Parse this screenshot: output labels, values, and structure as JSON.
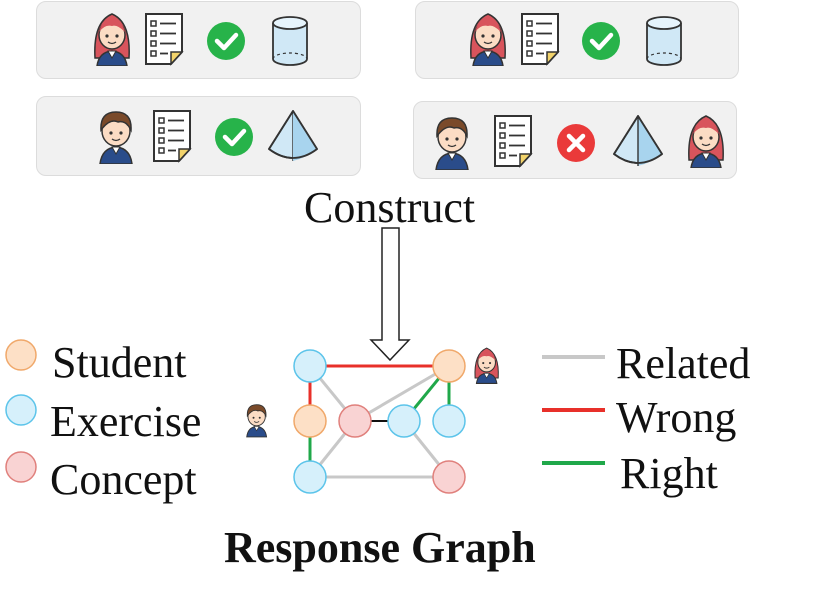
{
  "colors": {
    "student_fill": "#fde0c6",
    "student_stroke": "#f0a86a",
    "exercise_fill": "#d6f0fb",
    "exercise_stroke": "#5cc4ea",
    "concept_fill": "#f9d3d3",
    "concept_stroke": "#e0807c",
    "related": "#c8c8c8",
    "wrong": "#e8302a",
    "right": "#20a84a"
  },
  "icons": {
    "student_female": "female-student-icon",
    "student_male": "male-student-icon",
    "exercise": "exercise-sheet-icon",
    "correct": "correct-check-icon",
    "incorrect": "wrong-cross-icon",
    "concept_cylinder": "cylinder-concept-icon",
    "concept_cone": "cone-concept-icon"
  },
  "construct_label": "Construct",
  "graph_title": "Response Graph",
  "legend_nodes": [
    {
      "label": "Student",
      "type": "student"
    },
    {
      "label": "Exercise",
      "type": "exercise"
    },
    {
      "label": "Concept",
      "type": "concept"
    }
  ],
  "legend_edges": [
    {
      "label": "Related",
      "type": "related"
    },
    {
      "label": "Wrong",
      "type": "wrong"
    },
    {
      "label": "Right",
      "type": "right"
    }
  ]
}
